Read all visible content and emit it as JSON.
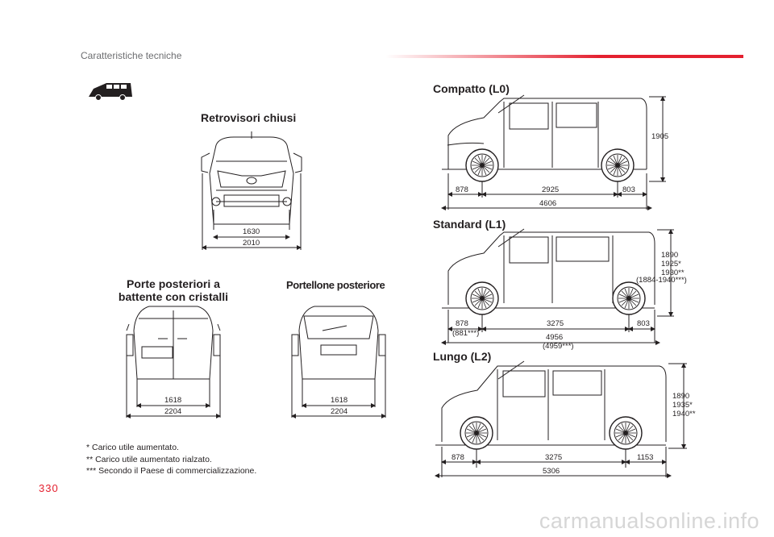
{
  "page": {
    "section_title": "Caratteristiche tecniche",
    "page_number": "330",
    "watermark": "carmanualsonline.info"
  },
  "headings": {
    "mirrors": "Retrovisori chiusi",
    "rear_doors_line1": "Porte posteriori a",
    "rear_doors_line2": "battente con cristalli",
    "tailgate": "Portellone posteriore",
    "compact": "Compatto (L0)",
    "standard": "Standard (L1)",
    "long": "Lungo (L2)"
  },
  "dimensions": {
    "front_track": "1630",
    "front_width": "2010",
    "rear_doors_track": "1618",
    "rear_doors_width": "2204",
    "tailgate_track": "1618",
    "tailgate_width": "2204",
    "compact": {
      "front_overhang": "878",
      "wheelbase": "2925",
      "rear_overhang": "803",
      "length": "4606",
      "height": "1905"
    },
    "standard": {
      "front_overhang": "878",
      "front_overhang_alt": "(881***)",
      "wheelbase": "3275",
      "rear_overhang": "803",
      "length": "4956",
      "length_alt": "(4959***)",
      "height_1": "1890",
      "height_2": "1925*",
      "height_3": "1930**",
      "height_4": "(1884-1940***)"
    },
    "long": {
      "front_overhang": "878",
      "wheelbase": "3275",
      "rear_overhang": "1153",
      "length": "5306",
      "height_1": "1890",
      "height_2": "1935*",
      "height_3": "1940**"
    }
  },
  "notes": [
    "* Carico utile aumentato.",
    "** Carico utile aumentato rialzato.",
    "*** Secondo il Paese di commercializzazione."
  ],
  "colors": {
    "accent": "#e4202f",
    "ink": "#231f20",
    "muted": "#6d6e71"
  }
}
